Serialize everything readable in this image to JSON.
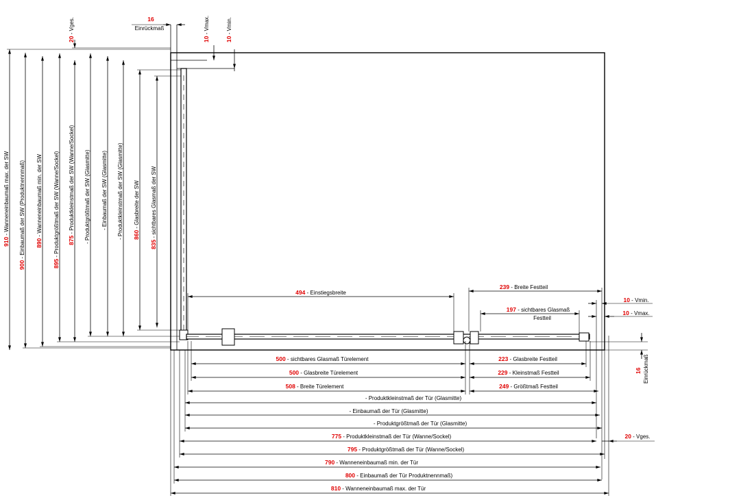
{
  "horizontal": [
    {
      "n": "494",
      "t": " - Einstiegsbreite"
    },
    {
      "n": "239",
      "t": " - Breite Festteil"
    },
    {
      "n": "197",
      "t": " - sichtbares Glasmaß"
    },
    {
      "n": "",
      "t": "Festteil"
    },
    {
      "n": "10",
      "t": " - Vmin."
    },
    {
      "n": "10",
      "t": " - Vmax."
    },
    {
      "n": "500",
      "t": " - sichtbares Glasmaß Türelement"
    },
    {
      "n": "223",
      "t": " - Glasbreite Festteil"
    },
    {
      "n": "500",
      "t": " - Glasbreite Türelement"
    },
    {
      "n": "229",
      "t": " - Kleinstmaß Festteil"
    },
    {
      "n": "508",
      "t": " - Breite Türelement"
    },
    {
      "n": "249",
      "t": " - Größtmaß Festteil"
    },
    {
      "n": "",
      "t": "- Produktkleinstmaß der Tür (Glasmitte)"
    },
    {
      "n": "",
      "t": "- Einbaumaß der Tür (Glasmitte)"
    },
    {
      "n": "",
      "t": "- Produktgrößtmaß der Tür (Glasmitte)"
    },
    {
      "n": "775",
      "t": " - Produktkleinstmaß der Tür (Wanne/Sockel)"
    },
    {
      "n": "20",
      "t": " - Vges."
    },
    {
      "n": "795",
      "t": " - Produktgrößtmaß der Tür (Wanne/Sockel)"
    },
    {
      "n": "790",
      "t": " - Wanneneinbaumaß min. der Tür"
    },
    {
      "n": "800",
      "t": " - Einbaumaß der Tür Produktnennmaß)"
    },
    {
      "n": "810",
      "t": " - Wanneneinbaumaß max. der Tür"
    },
    {
      "n": "16",
      "t": ""
    },
    {
      "n": "",
      "t": "Einrückmaß"
    }
  ],
  "vertical": [
    {
      "n": "910",
      "t": " - Wanneneinbaumaß max. der SW"
    },
    {
      "n": "900",
      "t": " - Einbaumaß der SW (Produktnennmaß)"
    },
    {
      "n": "890",
      "t": " - Wanneneinbaumaß min. der SW"
    },
    {
      "n": "895",
      "t": " - Produktgrößtmaß der SW (Wanne/Sockel)"
    },
    {
      "n": "875",
      "t": " - Produktkleinstmaß der SW (Wanne/Sockel)"
    },
    {
      "n": "",
      "t": "- Produktgrößtmaß der SW (Glasmitte)"
    },
    {
      "n": "",
      "t": "- Einbaumaß der SW (Glasmitte)"
    },
    {
      "n": "",
      "t": "- Produktkleinstmaß der SW (Glasmitte)"
    },
    {
      "n": "860",
      "t": " - Glasbreite der SW"
    },
    {
      "n": "835",
      "t": " - sichtbares Glasmaß der SW"
    },
    {
      "n": "20",
      "t": " - Vges."
    },
    {
      "n": "10",
      "t": " - Vmax."
    },
    {
      "n": "10",
      "t": " - Vmin."
    },
    {
      "n": "16",
      "t": ""
    },
    {
      "n": "",
      "t": "Einrückmaß"
    }
  ]
}
